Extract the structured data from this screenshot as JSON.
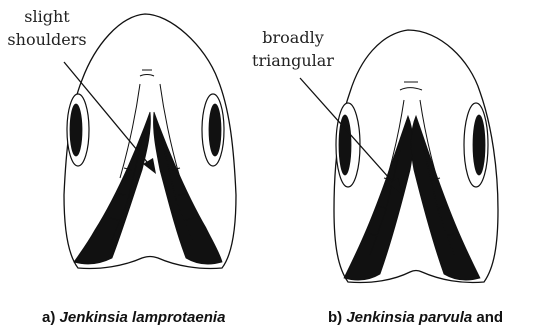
{
  "annotations": {
    "left_line1": "slight",
    "left_line2": "shoulders",
    "right_line1": "broadly",
    "right_line2": "triangular"
  },
  "captions": {
    "left_prefix": "a) ",
    "left_species": "Jenkinsia lamprotaenia",
    "right_prefix": "b) ",
    "right_species": "Jenkinsia parvula",
    "right_suffix": " and"
  },
  "colors": {
    "ink": "#111111",
    "background": "#ffffff"
  }
}
